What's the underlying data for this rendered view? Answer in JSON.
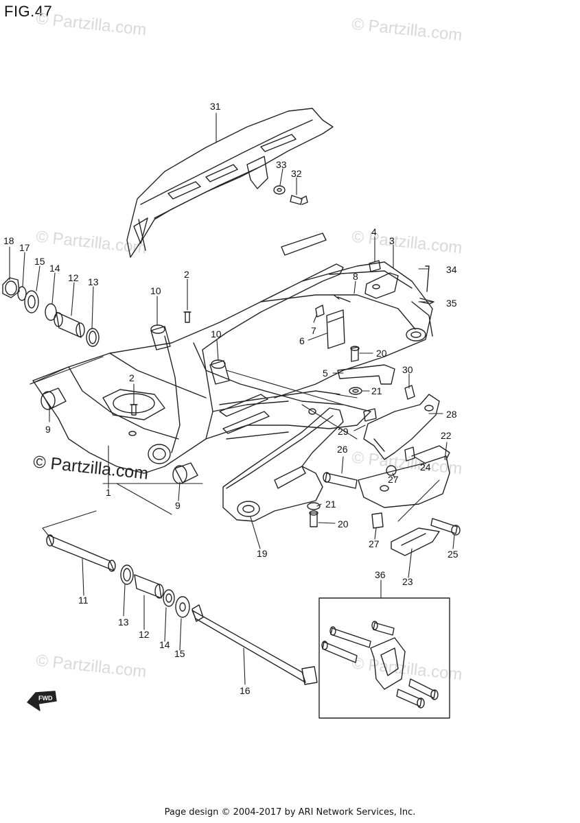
{
  "figure_title": "FIG.47",
  "watermark_text": "© Partzilla.com",
  "watermark_prominent": "© Partzilla.com",
  "footer_text": "Page design © 2004-2017 by ARI Network Services, Inc.",
  "fwd_label": "FWD",
  "callouts": [
    "31",
    "33",
    "32",
    "18",
    "17",
    "15",
    "14",
    "12",
    "13",
    "10",
    "2",
    "4",
    "3",
    "8",
    "34",
    "35",
    "7",
    "6",
    "10",
    "20",
    "5",
    "30",
    "21",
    "28",
    "29",
    "9",
    "1",
    "9",
    "26",
    "27",
    "22",
    "24",
    "21",
    "20",
    "19",
    "27",
    "25",
    "23",
    "36",
    "11",
    "13",
    "12",
    "14",
    "15",
    "16",
    "2"
  ]
}
